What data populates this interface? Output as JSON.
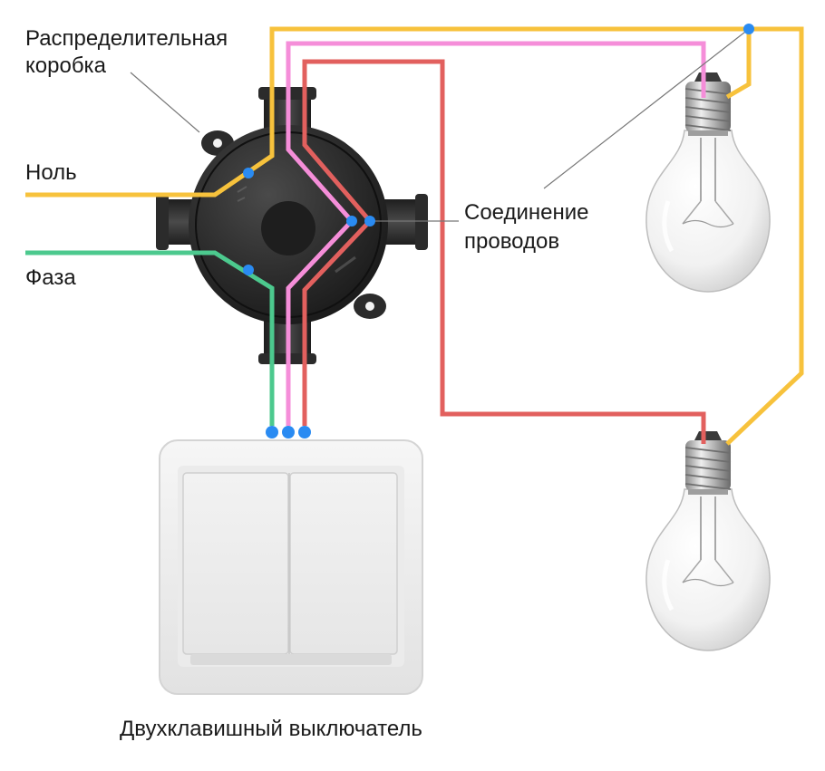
{
  "labels": {
    "junction_box_line1": "Распределительная",
    "junction_box_line2": "коробка",
    "neutral": "Ноль",
    "phase": "Фаза",
    "connection_line1": "Соединение",
    "connection_line2": "проводов",
    "switch": "Двухклавишный выключатель"
  },
  "colors": {
    "neutral_wire": "#F7C23C",
    "phase_wire": "#4CC98E",
    "lamp1_wire": "#F58ED9",
    "lamp2_wire": "#E2605E",
    "connection_dot": "#2A8BF2",
    "pointer_line": "#777777",
    "box_body": "#2a2a2a"
  }
}
